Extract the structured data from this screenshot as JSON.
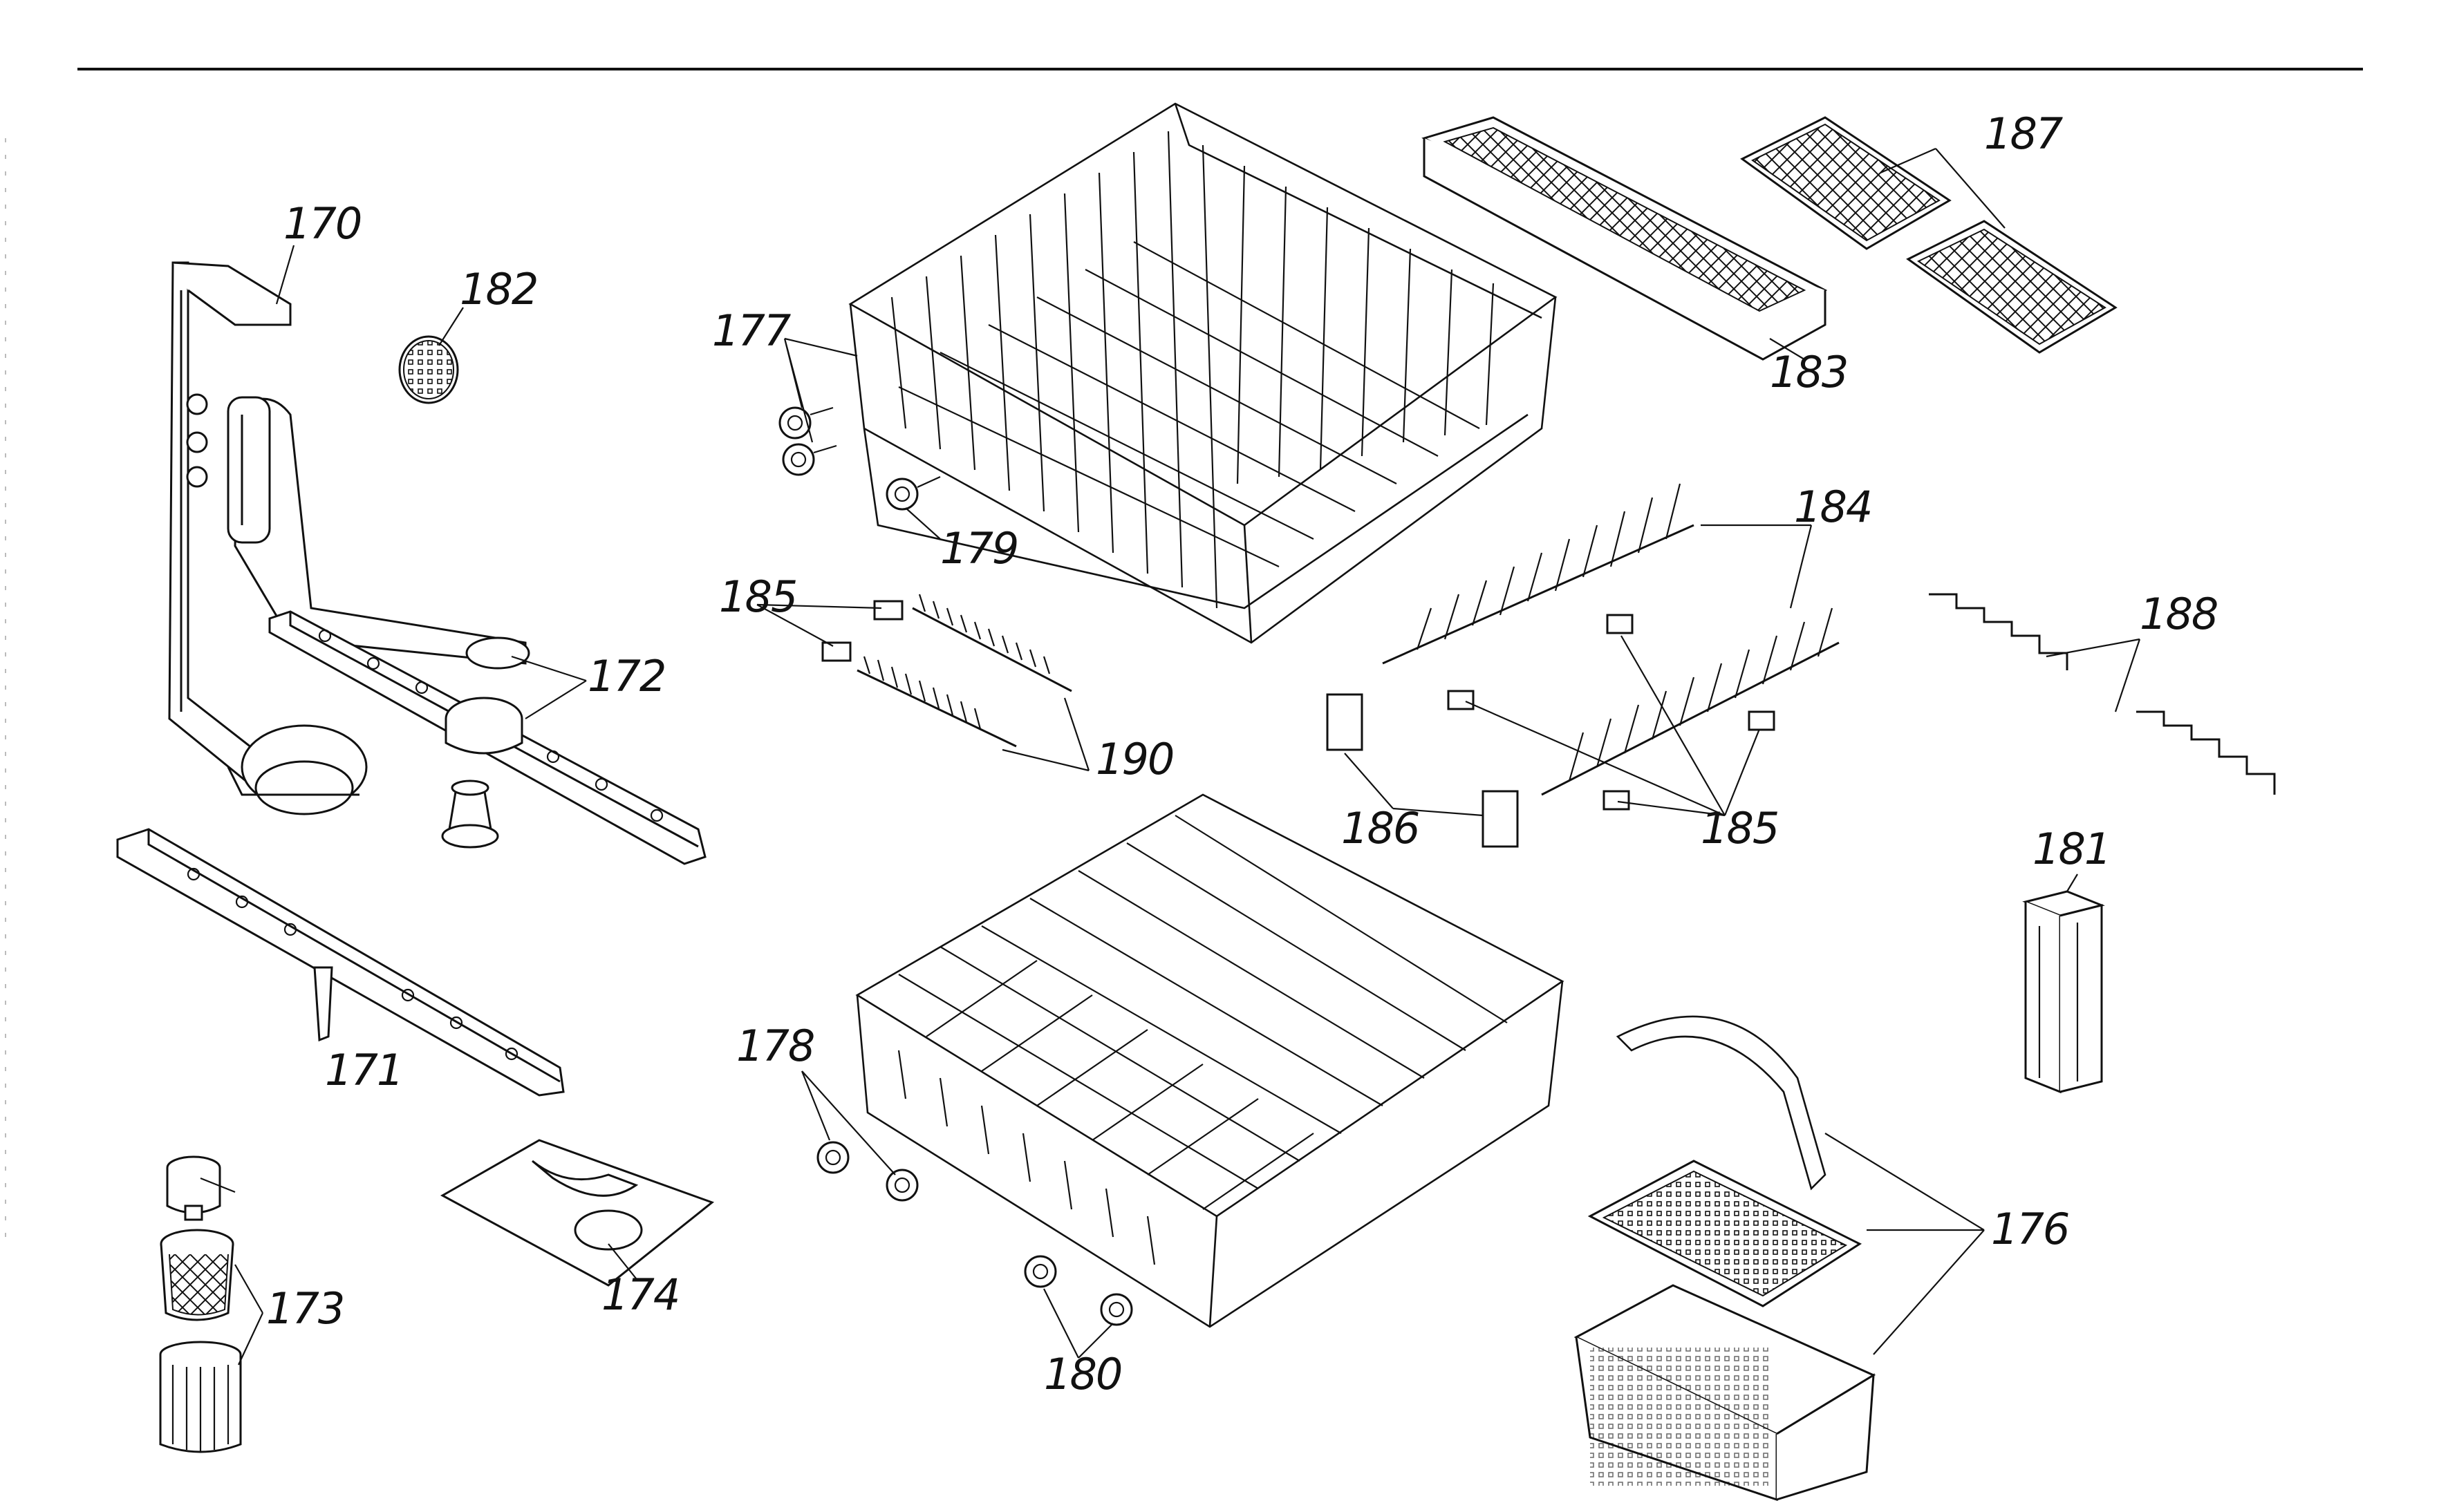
{
  "callouts": [
    {
      "id": "170",
      "text": "170"
    },
    {
      "id": "171",
      "text": "171"
    },
    {
      "id": "172",
      "text": "172"
    },
    {
      "id": "173",
      "text": "173"
    },
    {
      "id": "174",
      "text": "174"
    },
    {
      "id": "176",
      "text": "176"
    },
    {
      "id": "177",
      "text": "177"
    },
    {
      "id": "178",
      "text": "178"
    },
    {
      "id": "179",
      "text": "179"
    },
    {
      "id": "180",
      "text": "180"
    },
    {
      "id": "181",
      "text": "181"
    },
    {
      "id": "182",
      "text": "182"
    },
    {
      "id": "183",
      "text": "183"
    },
    {
      "id": "184",
      "text": "184"
    },
    {
      "id": "185a",
      "text": "185"
    },
    {
      "id": "185b",
      "text": "185"
    },
    {
      "id": "186",
      "text": "186"
    },
    {
      "id": "187",
      "text": "187"
    },
    {
      "id": "188",
      "text": "188"
    },
    {
      "id": "190",
      "text": "190"
    }
  ]
}
